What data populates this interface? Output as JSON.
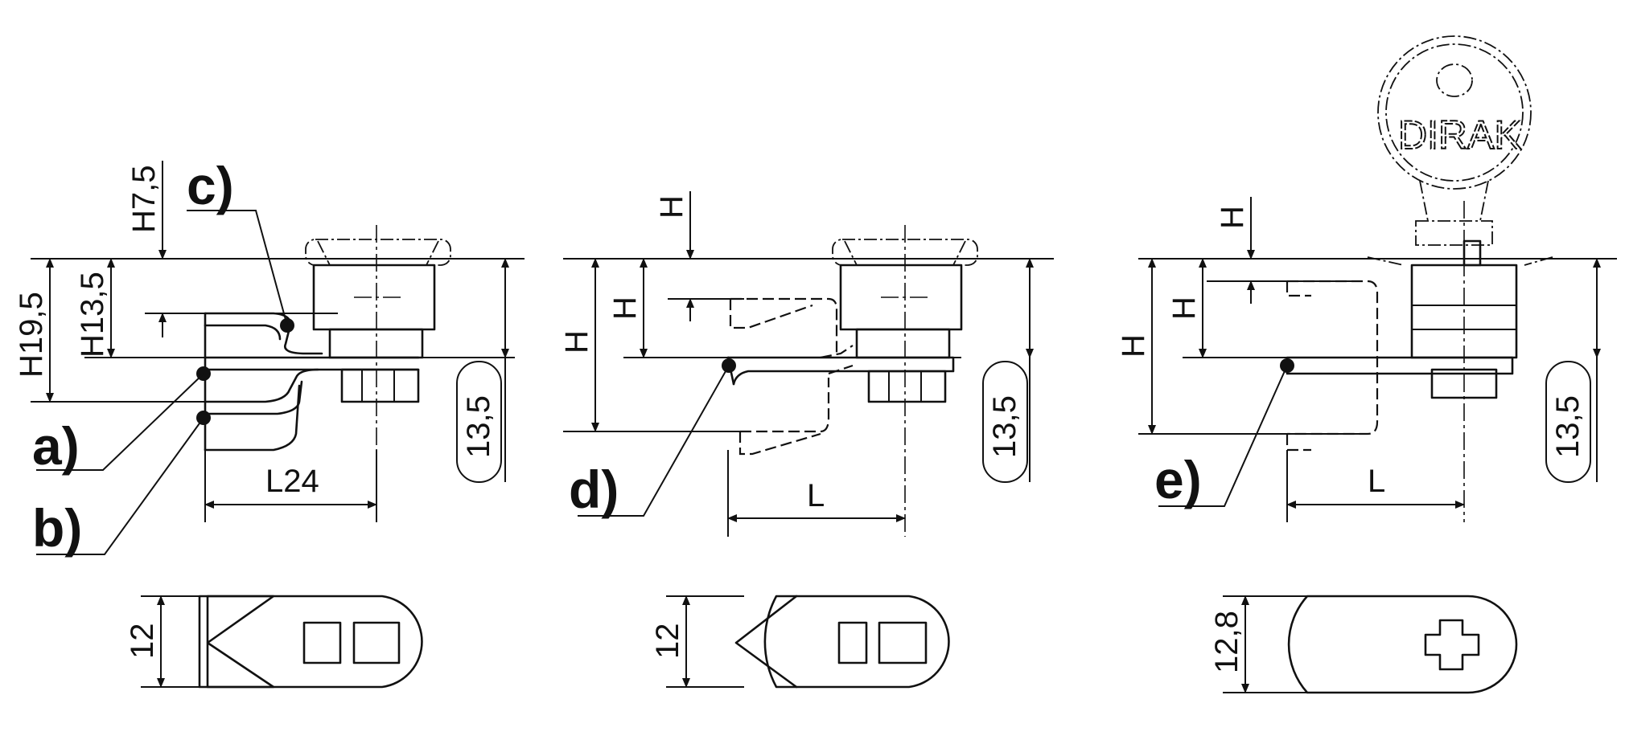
{
  "labels": {
    "a": "a)",
    "b": "b)",
    "c": "c)",
    "d": "d)",
    "e": "e)"
  },
  "dimensions": {
    "h7_5": "H7,5",
    "h13_5": "H13,5",
    "h19_5": "H19,5",
    "l24": "L24",
    "h": "H",
    "l": "L",
    "thickness": "13,5",
    "width_12": "12",
    "width_12_8": "12,8"
  },
  "brand": "DIRAK"
}
